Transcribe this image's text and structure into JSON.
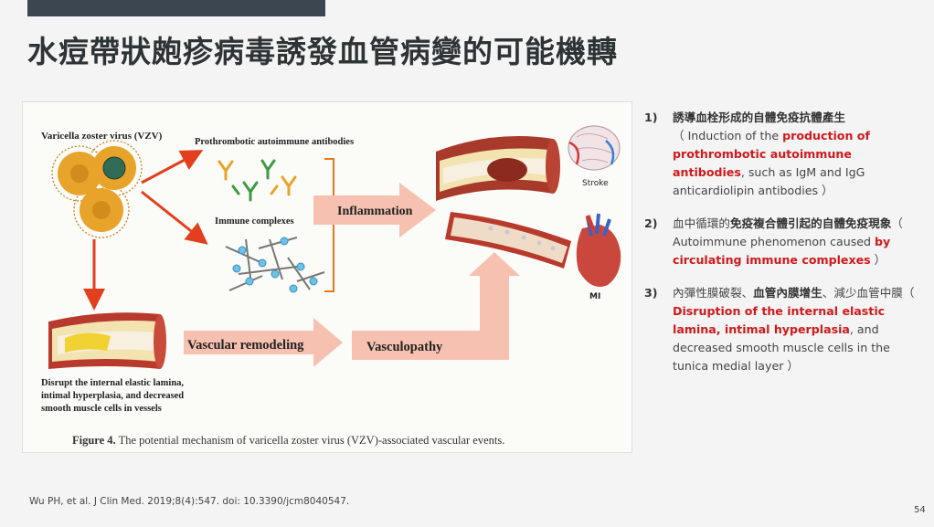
{
  "slide": {
    "title": "水痘帶狀皰疹病毒誘發血管病變的可能機轉",
    "page_number": "54",
    "citation": "Wu PH, et al. J Clin Med. 2019;8(4):547. doi: 10.3390/jcm8040547."
  },
  "figure": {
    "virus_label": "Varicella zoster virus (VZV)",
    "antibodies_label": "Prothrombotic autoimmune antibodies",
    "complexes_label": "Immune complexes",
    "inflammation_label": "Inflammation",
    "remodeling_label": "Vascular remodeling",
    "vasculopathy_label": "Vasculopathy",
    "stroke_label": "Stroke",
    "mi_label": "MI",
    "disrupt_line1": "Disrupt the internal elastic lamina,",
    "disrupt_line2": "intimal hyperplasia, and decreased",
    "disrupt_line3": "smooth muscle cells in vessels",
    "caption_bold": "Figure 4.",
    "caption_text": " The potential mechanism of varicella zoster virus (VZV)-associated vascular events."
  },
  "notes": [
    {
      "num": "1)",
      "zh": "誘導血栓形成的自體免疫抗體產生",
      "open": "（ Induction of the ",
      "highlight": "production of prothrombotic autoimmune antibodies",
      "rest": ", such as IgM and IgG anticardiolipin antibodies ）"
    },
    {
      "num": "2)",
      "zh_plain": "血中循環的",
      "zh_bold": "免疫複合體引起的自體免疫現象",
      "open": "（ Autoimmune phenomenon caused ",
      "highlight": "by circulating immune complexes",
      "rest": " ）"
    },
    {
      "num": "3)",
      "zh_plain1": "內彈性膜破裂、",
      "zh_bold1": "血管內膜增生",
      "zh_plain2": "、減少血管中膜（ ",
      "highlight": "Disruption of the internal elastic lamina, intimal hyperplasia",
      "rest": ", and decreased smooth muscle cells in the tunica medial layer ）"
    }
  ],
  "colors": {
    "arrow_red": "#e33f1f",
    "arrow_pink": "#f6c1b0",
    "highlight_red": "#d0191b",
    "bracket_orange": "#e8761c"
  }
}
